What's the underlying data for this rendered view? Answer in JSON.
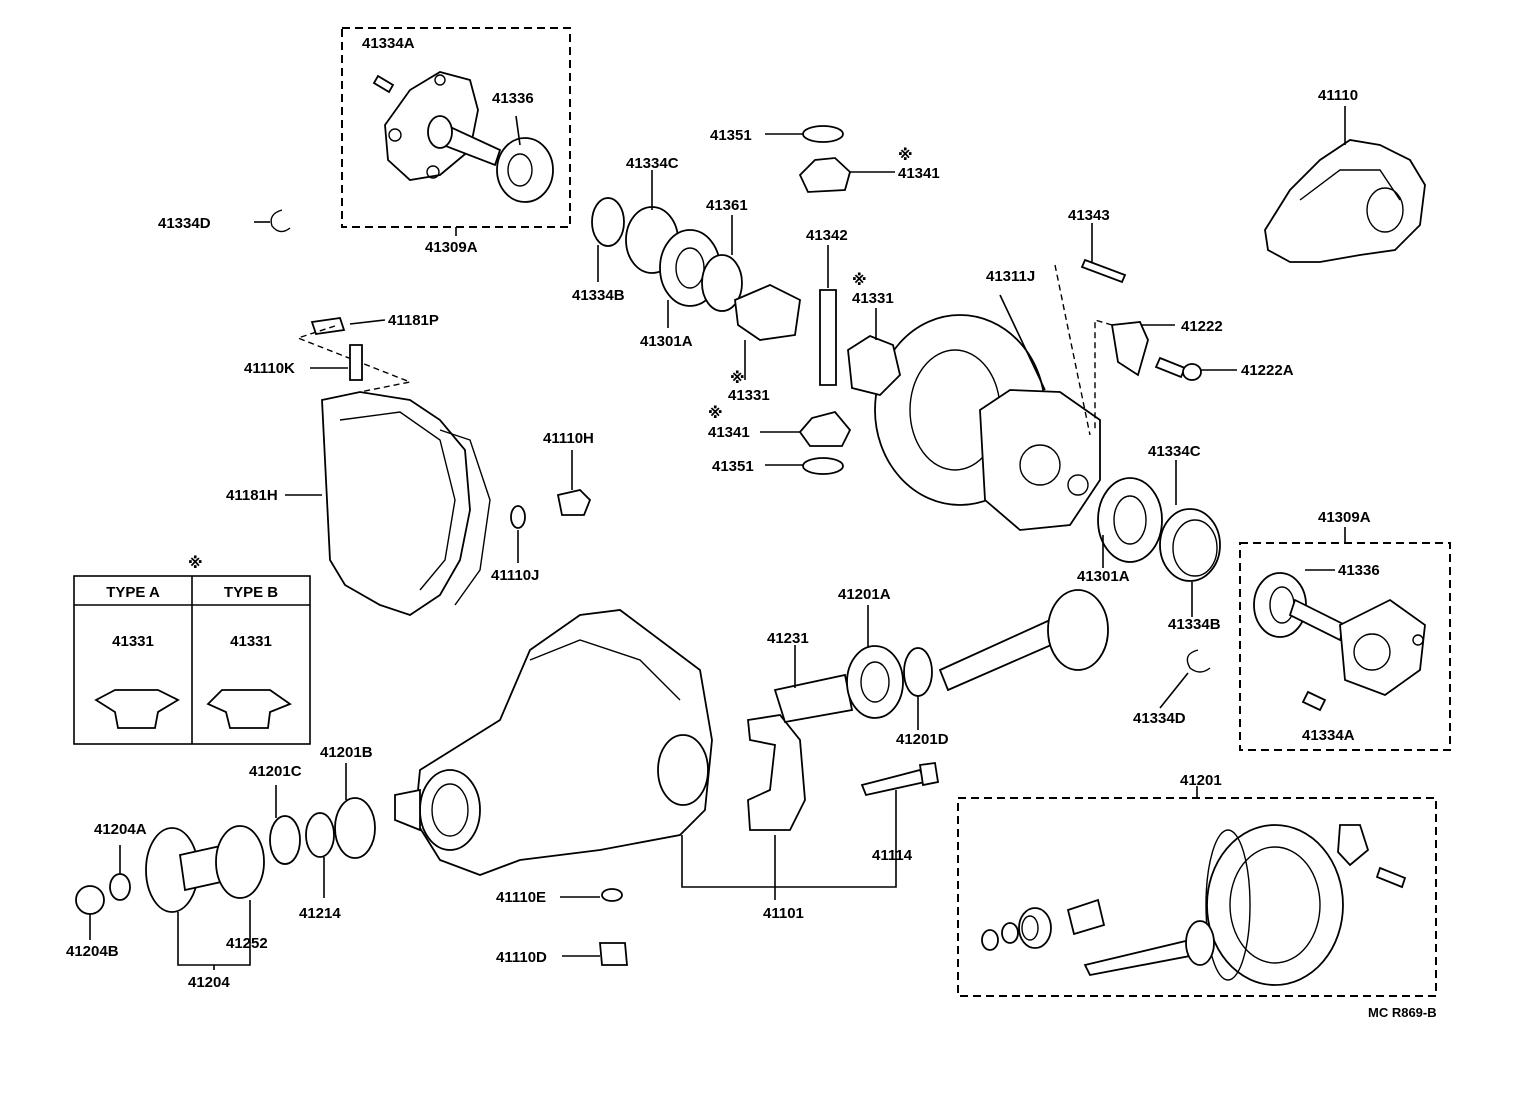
{
  "labels": {
    "l41334A_top": "41334A",
    "l41336_top": "41336",
    "l41309A_top": "41309A",
    "l41334D_left": "41334D",
    "l41351_top": "41351",
    "l41341_top": "41341",
    "l41334C_top": "41334C",
    "l41361": "41361",
    "l41342": "41342",
    "l41331_mid": "41331",
    "l41334B_top": "41334B",
    "l41301A_top": "41301A",
    "l41331_low": "41331",
    "l41341_low": "41341",
    "l41351_low": "41351",
    "l41343": "41343",
    "l41311J": "41311J",
    "l41222": "41222",
    "l41222A": "41222A",
    "l41110": "41110",
    "l41181P": "41181P",
    "l41110K": "41110K",
    "l41181H": "41181H",
    "l41110H": "41110H",
    "l41110J": "41110J",
    "l41334C_right": "41334C",
    "l41301A_right": "41301A",
    "l41334B_right": "41334B",
    "l41309A_right": "41309A",
    "l41336_right": "41336",
    "l41334A_right": "41334A",
    "l41334D_right": "41334D",
    "l41201A": "41201A",
    "l41231": "41231",
    "l41201D": "41201D",
    "l41201B": "41201B",
    "l41201C": "41201C",
    "l41204A": "41204A",
    "l41204B": "41204B",
    "l41252": "41252",
    "l41204": "41204",
    "l41214": "41214",
    "l41110E": "41110E",
    "l41110D": "41110D",
    "l41101": "41101",
    "l41114": "41114",
    "l41201": "41201",
    "l41331_typeA": "41331",
    "l41331_typeB": "41331"
  },
  "type_table": {
    "type_a": "TYPE  A",
    "type_b": "TYPE  B"
  },
  "marks": {
    "asterisk": "※"
  },
  "footer": {
    "code": "MC R869-B"
  }
}
